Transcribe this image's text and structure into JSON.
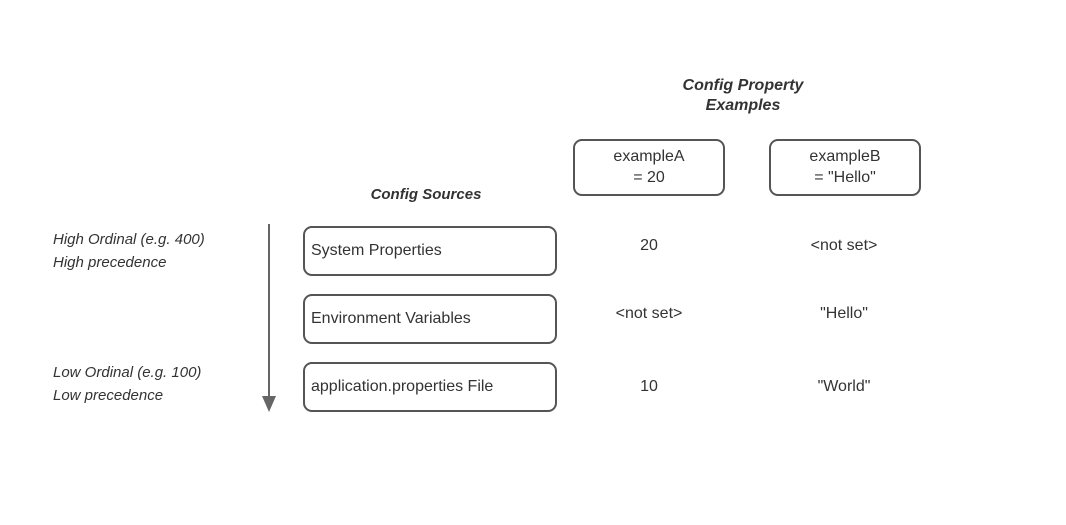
{
  "diagram": {
    "titles": {
      "property_examples": "Config Property\nExamples",
      "config_sources": "Config Sources"
    },
    "ordinal_notes": {
      "high": "High Ordinal (e.g. 400)\nHigh precedence",
      "low": "Low Ordinal (e.g. 100)\nLow precedence"
    },
    "arrow": {
      "direction": "down",
      "meaning": "decreasing precedence"
    },
    "config_sources": [
      {
        "label": "System Properties"
      },
      {
        "label": "Environment Variables"
      },
      {
        "label": "application.properties File"
      }
    ],
    "property_examples": [
      {
        "label": "exampleA\n= 20",
        "name": "exampleA",
        "declared_value": "20"
      },
      {
        "label": "exampleB\n= \"Hello\"",
        "name": "exampleB",
        "declared_value": "\"Hello\""
      }
    ],
    "values": {
      "exampleA": [
        "20",
        "<not set>",
        "10"
      ],
      "exampleB": [
        "<not set>",
        "\"Hello\"",
        "\"World\""
      ]
    },
    "colors": {
      "box_border": "#555555",
      "text": "#333333",
      "arrow": "#666666",
      "background": "#ffffff"
    }
  }
}
